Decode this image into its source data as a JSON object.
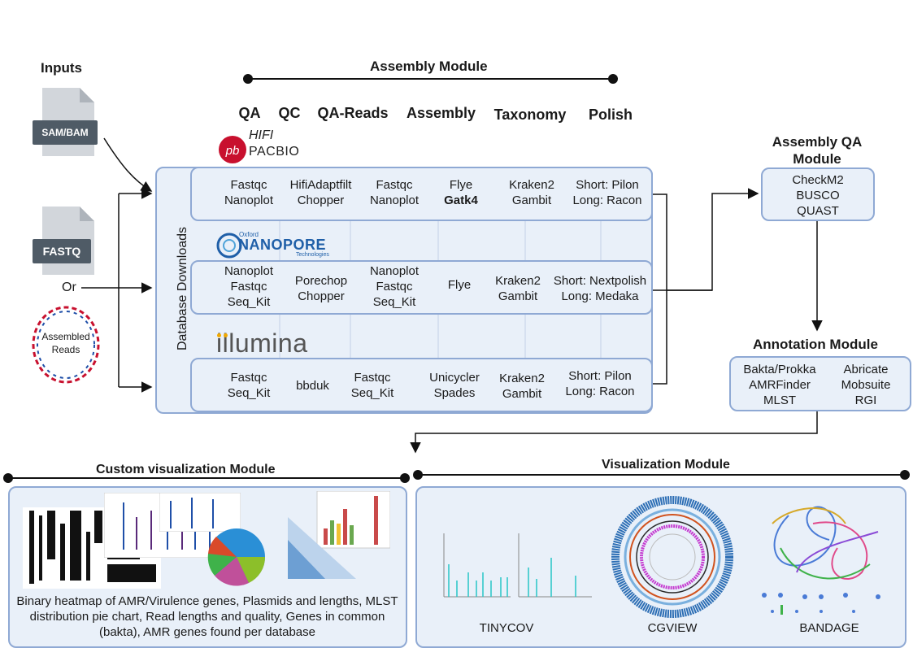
{
  "inputs": {
    "title": "Inputs",
    "sam_bam": "SAM/BAM",
    "fastq": "FASTQ",
    "or": "Or",
    "assembled_reads": "Assembled\nReads"
  },
  "assembly": {
    "title": "Assembly Module",
    "columns": [
      "QA",
      "QC",
      "QA-Reads",
      "Assembly",
      "Taxonomy",
      "Polish"
    ],
    "side_label": "Database Downloads",
    "pacbio": {
      "logo_top": "HIFI",
      "logo_bottom": "PACBIO",
      "cells": [
        "Fastqc\nNanoplot",
        "HifiAdaptfilt\nChopper",
        "Fastqc\nNanoplot",
        "Flye",
        "Gatk4",
        "Kraken2\nGambit",
        "Short: Pilon\nLong: Racon"
      ]
    },
    "nanopore": {
      "logo_small": "Oxford",
      "logo": "NANOPORE",
      "logo_sub": "Technologies",
      "cells": [
        "Nanoplot\nFastqc\nSeq_Kit",
        "Porechop\nChopper",
        "Nanoplot\nFastqc\nSeq_Kit",
        "Flye",
        "Kraken2\nGambit",
        "Short: Nextpolish\nLong: Medaka"
      ]
    },
    "illumina": {
      "logo": "illumina",
      "cells": [
        "Fastqc\nSeq_Kit",
        "bbduk",
        "Fastqc\nSeq_Kit",
        "Unicycler\nSpades",
        "Kraken2\nGambit",
        "Short: Pilon\nLong: Racon"
      ]
    }
  },
  "assembly_qa": {
    "title": "Assembly QA\nModule",
    "tools": "CheckM2\nBUSCO\nQUAST"
  },
  "annotation": {
    "title": "Annotation Module",
    "left_tools": "Bakta/Prokka\nAMRFinder\nMLST",
    "right_tools": "Abricate\nMobsuite\nRGI"
  },
  "custom_viz": {
    "title": "Custom visualization Module",
    "description": "Binary heatmap of AMR/Virulence genes, Plasmids and lengths, MLST distribution pie chart, Read lengths and quality, Genes in common (bakta), AMR genes found per database"
  },
  "visualization": {
    "title": "Visualization Module",
    "labels": [
      "TINYCOV",
      "CGVIEW",
      "BANDAGE"
    ]
  },
  "colors": {
    "panel_fill": "#e9f0f9",
    "panel_border": "#8fa9d4",
    "pacbio_red": "#c8102e",
    "nanopore_blue": "#1f5fa8",
    "illumina_orange": "#f2a900",
    "file_grey": "#c9ced4",
    "label_dark": "#4f5b66"
  }
}
